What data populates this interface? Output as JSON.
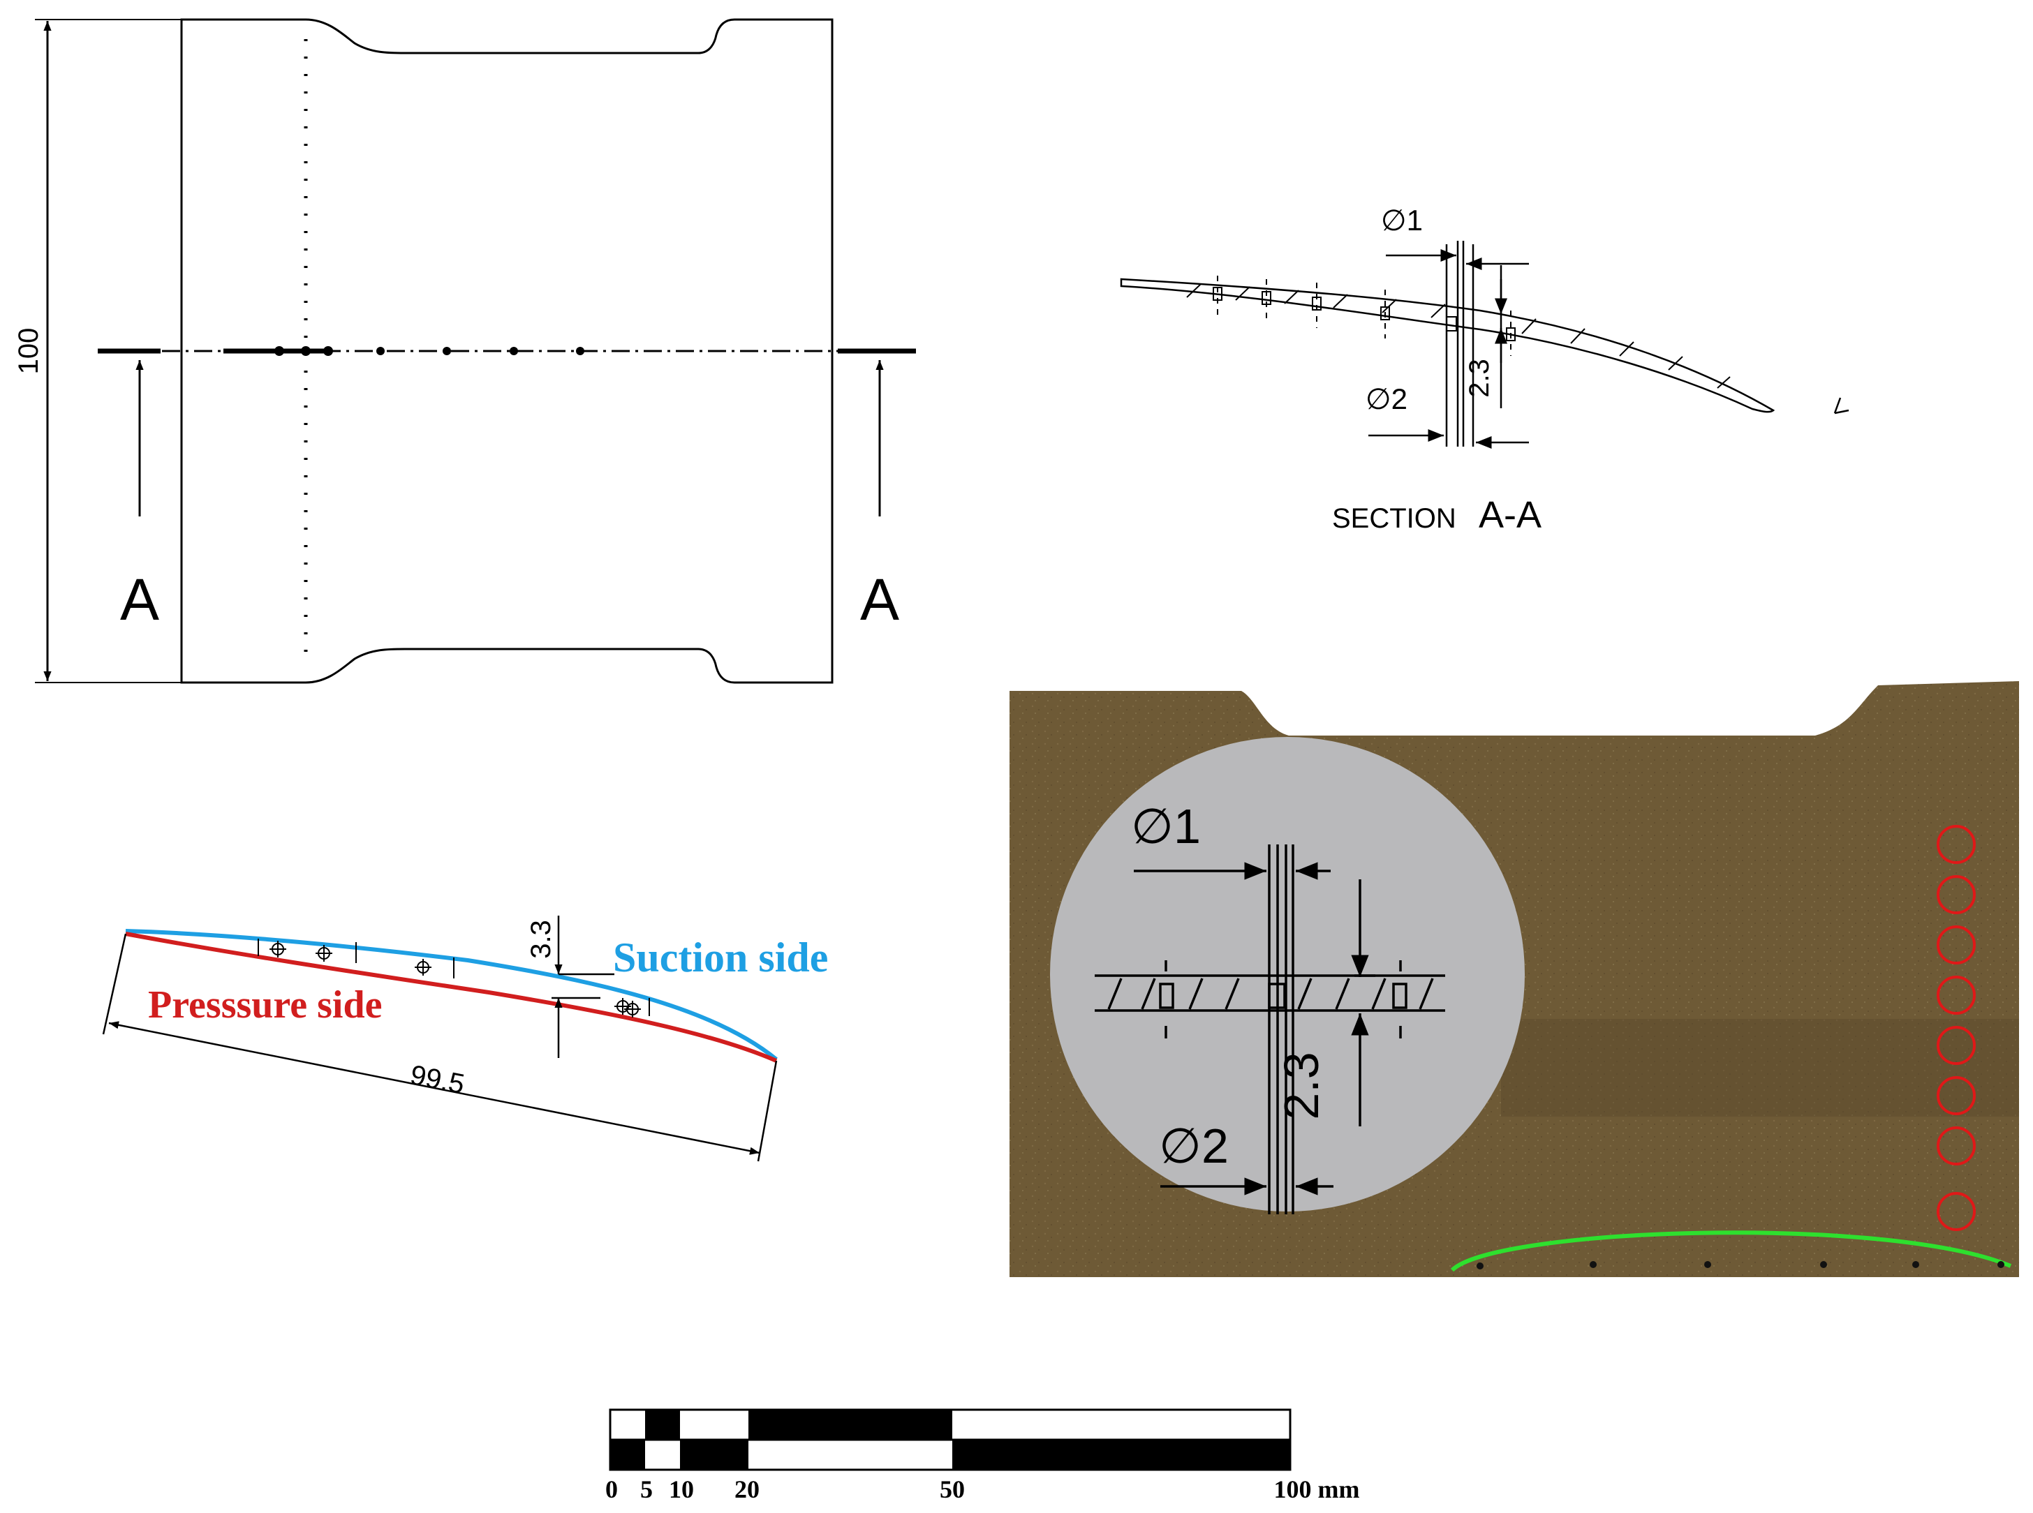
{
  "top_view": {
    "dim_height": "100",
    "section_letter_left": "A",
    "section_letter_right": "A"
  },
  "section_view": {
    "dia1": "∅1",
    "dia2": "∅2",
    "depth": "2.3",
    "caption_small": "SECTION",
    "caption_large": "A-A"
  },
  "profile": {
    "thickness": "3.3",
    "suction_label": "Suction side",
    "pressure_label": "Presssure side",
    "chord": "99.5",
    "colors": {
      "suction": "#1e9fe3",
      "pressure": "#d11e1e"
    }
  },
  "photo": {
    "dia1": "∅1",
    "dia2": "∅2",
    "depth": "2.3",
    "colors": {
      "panel": "#6e5a36",
      "markers": "#e01818",
      "highlight": "#2ee02e"
    }
  },
  "scale_bar": {
    "ticks": [
      "0",
      "5",
      "10",
      "20",
      "50",
      "100 mm"
    ]
  }
}
